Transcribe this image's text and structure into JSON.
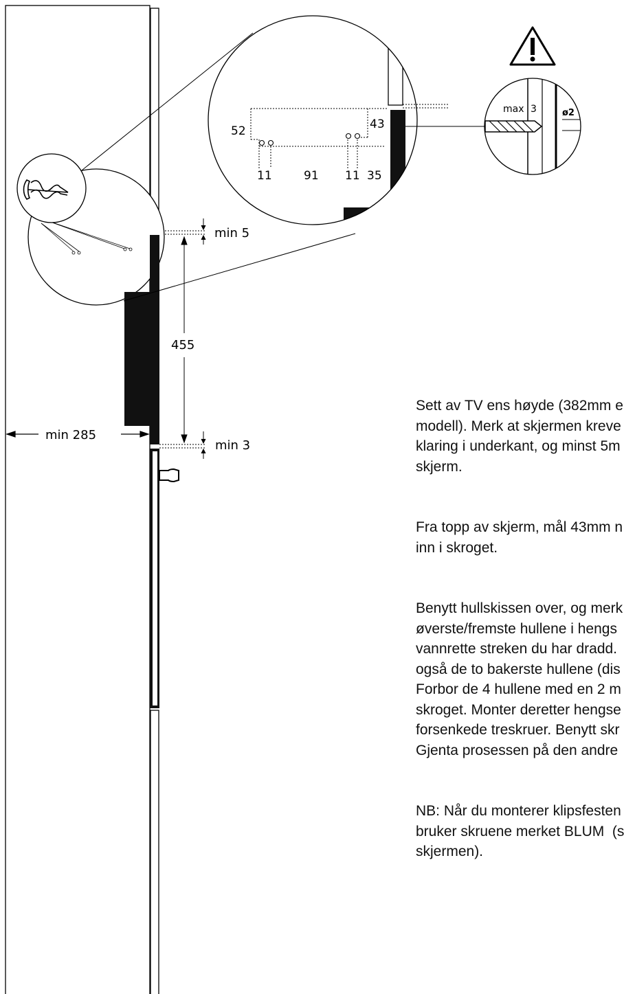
{
  "warning_icon": "warning-triangle-icon",
  "dimensions": {
    "min_5": "min 5",
    "min_3": "min 3",
    "d455": "455",
    "min_285": "min 285",
    "d52": "52",
    "d43": "43",
    "d11a": "11",
    "d91": "91",
    "d11b": "11",
    "d35": "35"
  },
  "drill_detail": {
    "max_label": "max",
    "max_value": "3",
    "diameter": "ø2"
  },
  "instructions": [
    "Sett av TV ens høyde (382mm e\nmodell). Merk at skjermen kreve\nklaring i underkant, og minst 5m\nskjerm.",
    "Fra topp av skjerm, mål 43mm n\ninn i skroget.",
    "Benytt hullskissen over, og merk\nøverste/fremste hullene i hengs\nvannrette streken du har dradd.\nogså de to bakerste hullene (dis\nForbor de 4 hullene med en 2 m\nskroget. Monter deretter hengse\nforsenkede treskruer. Benytt skr\nGjenta prosessen på den andre",
    "NB: Når du monterer klipsfesten\nbruker skruene merket BLUM  (s\nskjermen)."
  ]
}
